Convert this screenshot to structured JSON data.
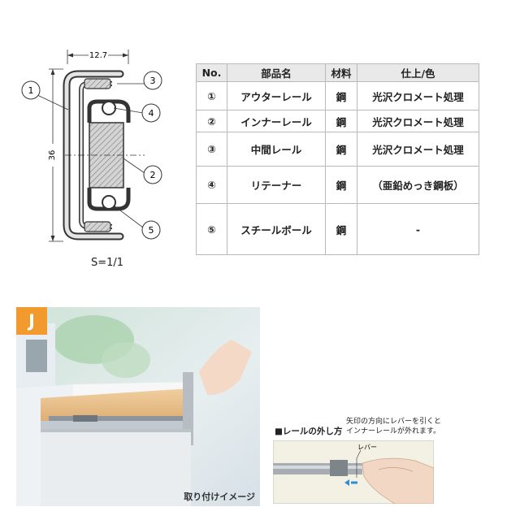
{
  "drawing": {
    "dim_width": "12.7",
    "dim_height": "36",
    "callouts": [
      "1",
      "2",
      "3",
      "4",
      "5"
    ],
    "scale": "S=1/1"
  },
  "table": {
    "headers": [
      "No.",
      "部品名",
      "材料",
      "仕上/色"
    ],
    "rows": [
      {
        "no": "①",
        "name": "アウターレール",
        "material": "鋼",
        "finish": "光沢クロメート処理"
      },
      {
        "no": "②",
        "name": "インナーレール",
        "material": "鋼",
        "finish": "光沢クロメート処理"
      },
      {
        "no": "③",
        "name": "中間レール",
        "material": "鋼",
        "finish": "光沢クロメート処理"
      },
      {
        "no": "④",
        "name": "リテーナー",
        "material": "鋼",
        "finish": "（亜鉛めっき鋼板）"
      },
      {
        "no": "⑤",
        "name": "スチールボール",
        "material": "鋼",
        "finish": "-"
      }
    ]
  },
  "photo": {
    "badge": "J",
    "caption": "取り付けイメージ"
  },
  "removal": {
    "title": "■レールの外し方",
    "note_line1": "矢印の方向にレバーを引くと",
    "note_line2": "インナーレールが外れます。",
    "lever_label": "レバー"
  },
  "colors": {
    "badge": "#f29a2e",
    "arrow": "#2f8fd6",
    "table_header": "#e9e9e9"
  }
}
